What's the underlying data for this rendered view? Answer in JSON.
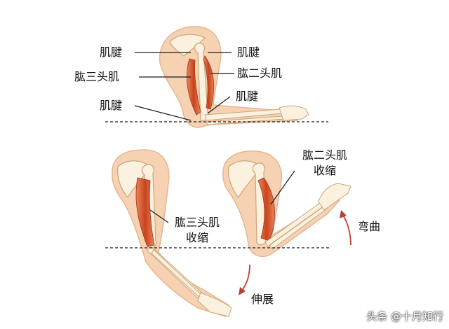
{
  "colors": {
    "skin": "#f6d2b3",
    "skin_edge": "#e8b48f",
    "bone": "#fbf1de",
    "bone_edge": "#c8a67c",
    "muscle": "#c9441d",
    "muscle_light": "#e8845a",
    "arrow": "#b8413a",
    "line": "#1a1a1a"
  },
  "top_diagram": {
    "left_labels": [
      "肌腱",
      "肱三头肌",
      "肌腱"
    ],
    "right_labels": [
      "肌腱",
      "肱二头肌",
      "肌腱"
    ]
  },
  "bottom_left": {
    "muscle_label": [
      "肱三头肌",
      "收缩"
    ],
    "motion_label": "伸展"
  },
  "bottom_right": {
    "muscle_label": [
      "肱二头肌",
      "收缩"
    ],
    "motion_label": "弯曲"
  },
  "watermark": "头条 @十月知行"
}
